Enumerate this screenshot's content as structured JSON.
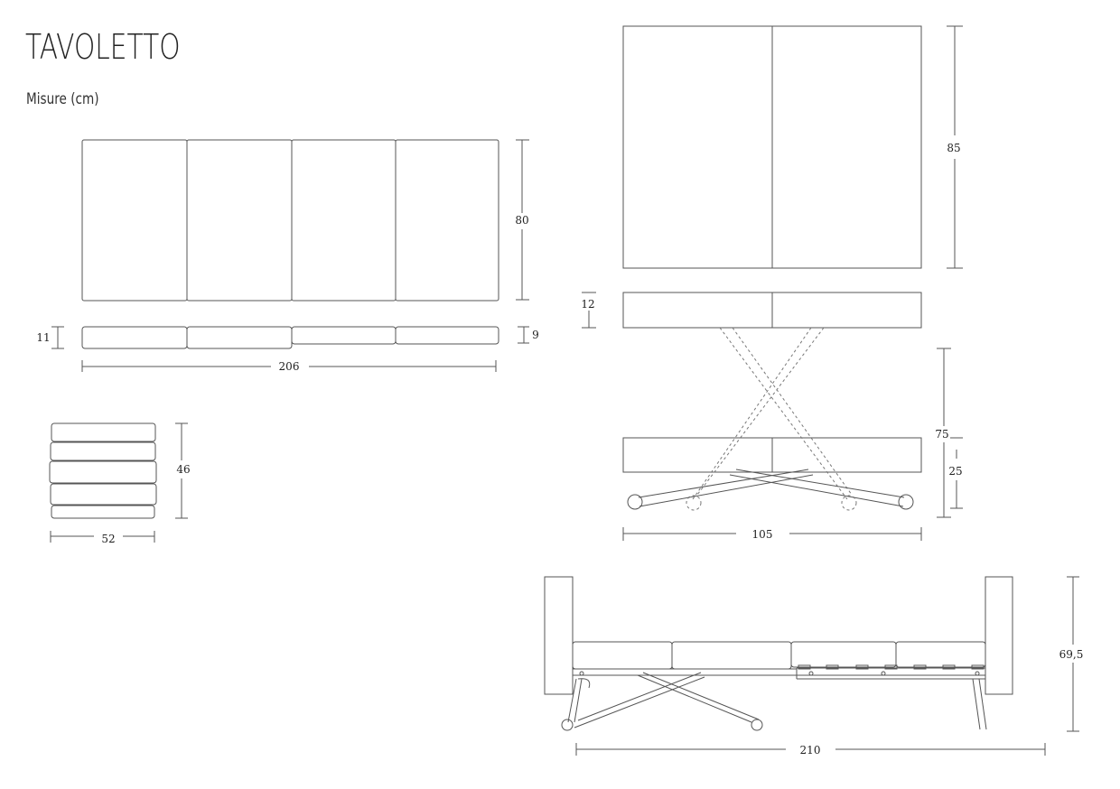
{
  "header": {
    "title": "TAVOLETTO",
    "subtitle": "Misure (cm)"
  },
  "dimensions": {
    "mattress_depth": "80",
    "folded_left_thickness": "11",
    "folded_right_thickness": "9",
    "mattress_length": "206",
    "stack_height": "46",
    "stack_width": "52",
    "table_top_depth": "85",
    "table_top_thickness": "12",
    "table_height_max": "75",
    "table_height_min": "25",
    "table_width": "105",
    "bed_height": "69,5",
    "bed_length": "210"
  },
  "colors": {
    "line": "#555555",
    "dashed": "#777777",
    "text": "#222222"
  }
}
